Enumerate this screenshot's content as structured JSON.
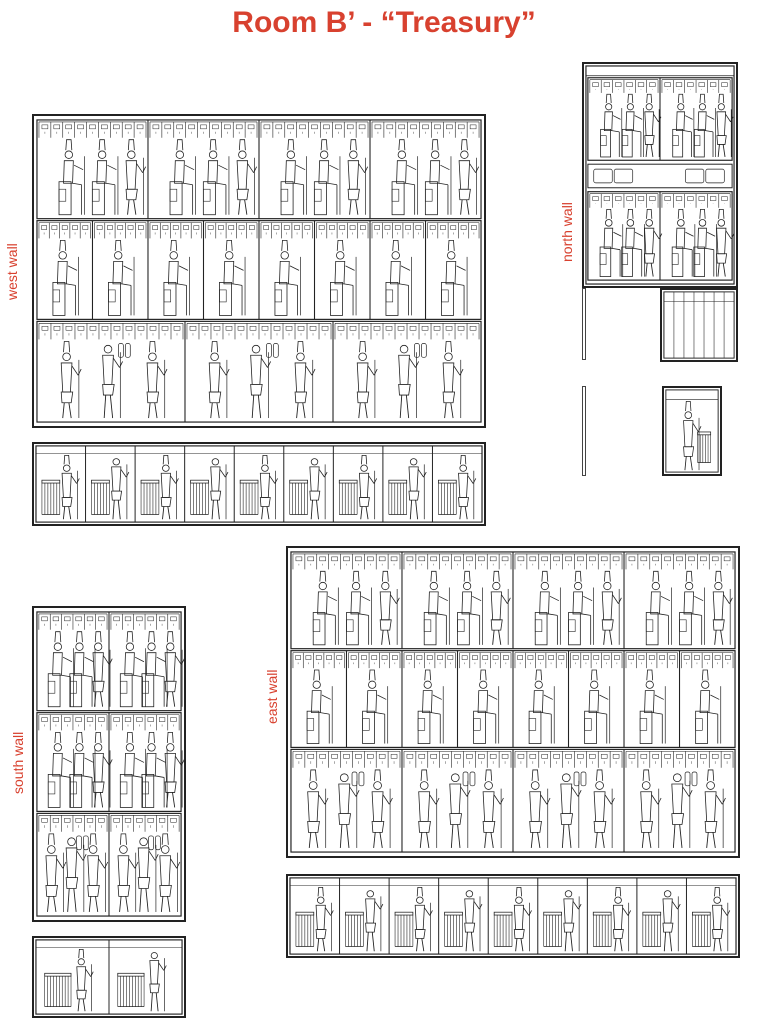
{
  "title": "Room B’ - “Treasury”",
  "wall_labels": {
    "west": "west wall",
    "north": "north wall",
    "east": "east wall",
    "south": "south wall"
  },
  "colors": {
    "accent": "#d8412f",
    "ink": "#222222"
  }
}
